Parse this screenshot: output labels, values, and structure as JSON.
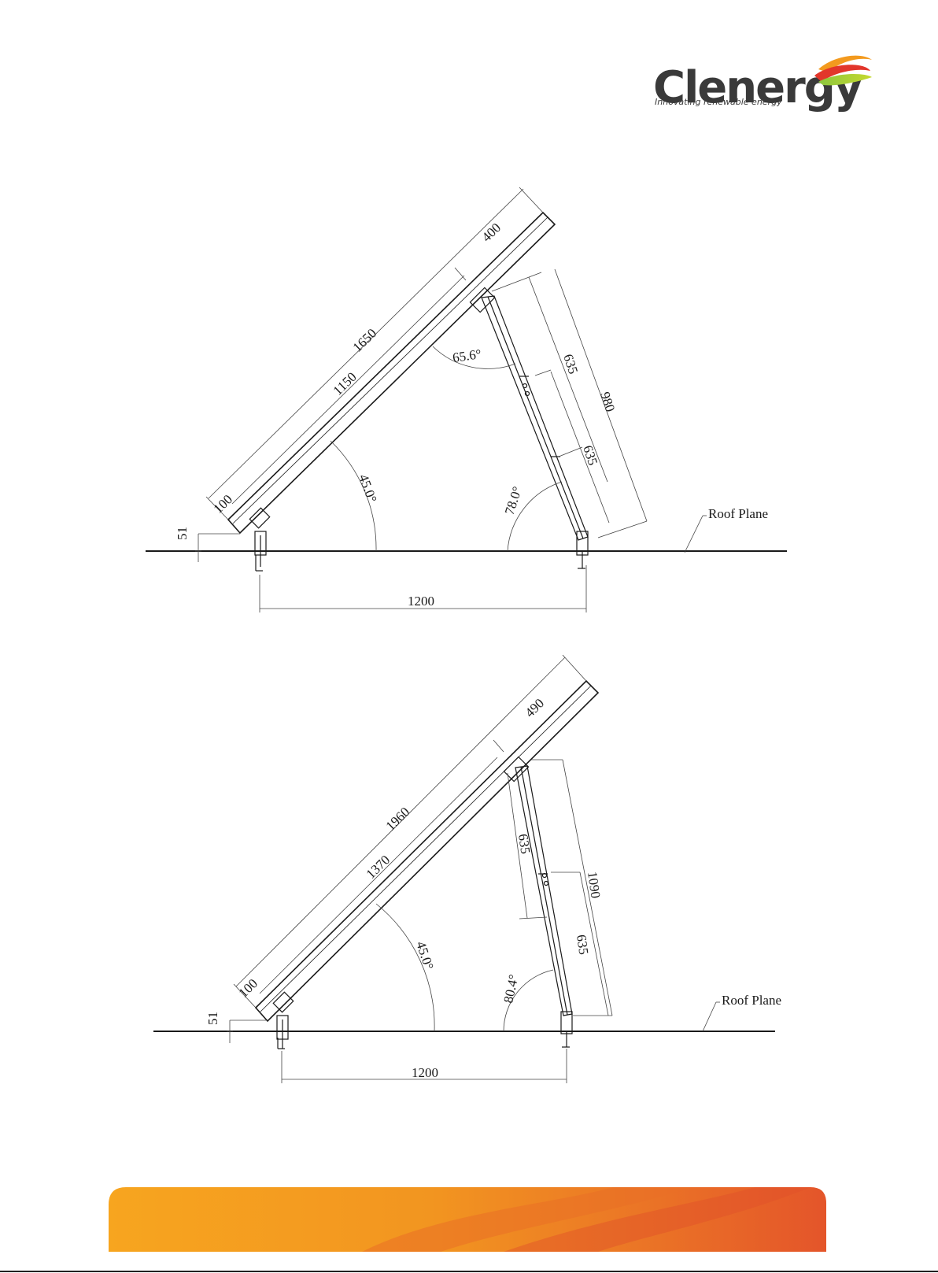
{
  "brand": {
    "name": "Clenergy",
    "tagline": "Innovating renewable energy",
    "colors": {
      "text": "#3a3a3a",
      "green": "#8cc63e",
      "red": "#e2362b",
      "orange": "#f39a1e"
    }
  },
  "diagram_top": {
    "panel_length": "1650",
    "upper_overhang": "400",
    "rail_span": "1150",
    "lower_overhang": "100",
    "front_height": "51",
    "tilt_angle": "45.0°",
    "strut_angle": "65.6°",
    "leg_angle": "78.0°",
    "leg_upper": "635",
    "leg_lower": "635",
    "leg_total": "980",
    "base_span": "1200",
    "roof_label": "Roof Plane"
  },
  "diagram_bottom": {
    "panel_length": "1960",
    "upper_overhang": "490",
    "rail_span": "1370",
    "lower_overhang": "100",
    "front_height": "51",
    "tilt_angle": "45.0°",
    "leg_angle": "80.4°",
    "leg_upper": "635",
    "leg_lower": "635",
    "leg_total": "1090",
    "base_span": "1200",
    "roof_label": "Roof Plane"
  },
  "footer": {
    "colors": {
      "left": "#f5a21f",
      "right": "#e5582a"
    }
  }
}
